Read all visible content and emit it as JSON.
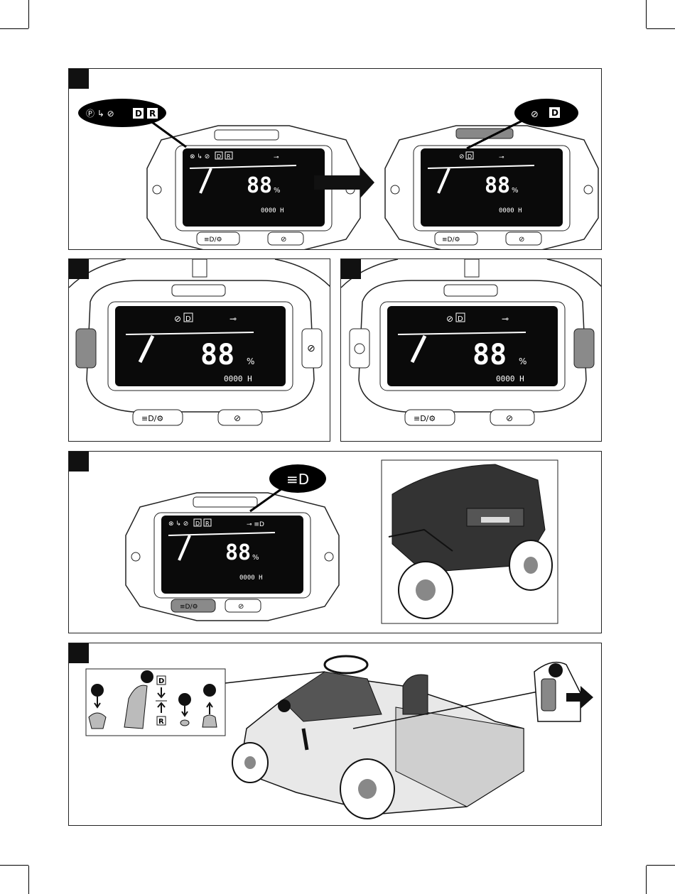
{
  "display": {
    "hour_meter": "0000 H",
    "percent_unit": "%",
    "digits": "88",
    "gear_drive": "D",
    "gear_reverse": "R",
    "park": "P",
    "light_icon_label": "≡D",
    "mode_slash": "/"
  },
  "colors": {
    "lcd": "#0a0a0a",
    "lcd_text": "#ffffff",
    "line": "#1a1a1a",
    "button_fill": "#8a8a8a"
  }
}
